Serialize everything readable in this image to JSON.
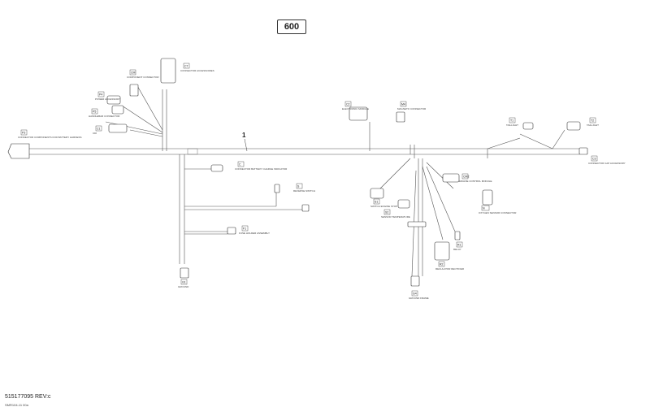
{
  "header": {
    "model": "600"
  },
  "harness_label": "1",
  "footer": {
    "part_number": "515177095 REV:c",
    "sub_code": "SMR104-11 00a"
  },
  "callouts": [
    {
      "tag": "P3",
      "caption": "CONNECTOR COMPONENTS FOR BATTERY HARNESS"
    },
    {
      "tag": "C7",
      "caption": "CONNECTOR ACCESSORIES"
    },
    {
      "tag": "CM",
      "caption": "COMPONENT CONNECTOR"
    },
    {
      "tag": "P4",
      "caption": "POWER ACCESSORY"
    },
    {
      "tag": "P5",
      "caption": "HANDLEBAR CONNECTOR"
    },
    {
      "tag": "C1",
      "caption": "CDI"
    },
    {
      "tag": "C2",
      "caption": "ELECTRONIC MODULE"
    },
    {
      "tag": "M4",
      "caption": "MAGNETO CONNECTOR"
    },
    {
      "tag": "T1",
      "caption": "TAILLIGHT"
    },
    {
      "tag": "T2",
      "caption": "TAILLIGHT"
    },
    {
      "tag": "C3",
      "caption": "CONNECTOR CAP ACCESSORY"
    },
    {
      "tag": "C",
      "caption": "CONNECTOR BATTERY CHARGE INDICATOR"
    },
    {
      "tag": "S",
      "caption": "REVERSE SWITCH"
    },
    {
      "tag": "F1",
      "caption": "FUSE HOLDER ASSEMBLY"
    },
    {
      "tag": "G1",
      "caption": "GROUND"
    },
    {
      "tag": "S1",
      "caption": "SWITCH ENGINE STOP"
    },
    {
      "tag": "S2",
      "caption": "SENSOR TEMPERATURE"
    },
    {
      "tag": "N",
      "caption": "OXYGEN SENSOR CONNECTOR"
    },
    {
      "tag": "CM2",
      "caption": "ENGINE CONTROL MODULE"
    },
    {
      "tag": "R1",
      "caption": "RELAY"
    },
    {
      "tag": "R2",
      "caption": "REGULATOR RECTIFIER"
    },
    {
      "tag": "G4",
      "caption": "GROUND FRAME"
    }
  ]
}
